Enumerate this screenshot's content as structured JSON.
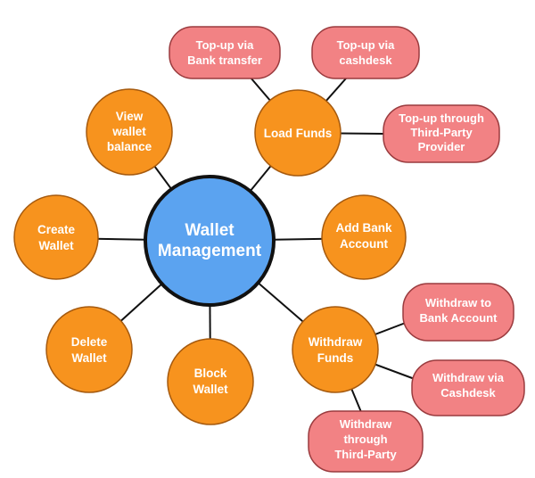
{
  "colors": {
    "hub": "#5ba3f0",
    "node": "#f7931e",
    "leaf": "#f28284",
    "leaf_stroke": "#9a3b3e",
    "line": "#111111"
  },
  "hub": {
    "lines": [
      "Wallet",
      "Management"
    ]
  },
  "nodes": {
    "view_balance": {
      "lines": [
        "View",
        "wallet",
        "balance"
      ]
    },
    "load_funds": {
      "lines": [
        "Load Funds"
      ]
    },
    "create_wallet": {
      "lines": [
        "Create",
        "Wallet"
      ]
    },
    "add_bank": {
      "lines": [
        "Add Bank",
        "Account"
      ]
    },
    "delete_wallet": {
      "lines": [
        "Delete",
        "Wallet"
      ]
    },
    "block_wallet": {
      "lines": [
        "Block",
        "Wallet"
      ]
    },
    "withdraw_funds": {
      "lines": [
        "Withdraw",
        "Funds"
      ]
    }
  },
  "leaves": {
    "topup_bank": {
      "lines": [
        "Top-up via",
        "Bank transfer"
      ]
    },
    "topup_cashdesk": {
      "lines": [
        "Top-up via",
        "cashdesk"
      ]
    },
    "topup_third": {
      "lines": [
        "Top-up through",
        "Third-Party",
        "Provider"
      ]
    },
    "withdraw_bank": {
      "lines": [
        "Withdraw to",
        "Bank Account"
      ]
    },
    "withdraw_cashdesk": {
      "lines": [
        "Withdraw via",
        "Cashdesk"
      ]
    },
    "withdraw_third": {
      "lines": [
        "Withdraw",
        "through",
        "Third-Party"
      ]
    }
  }
}
